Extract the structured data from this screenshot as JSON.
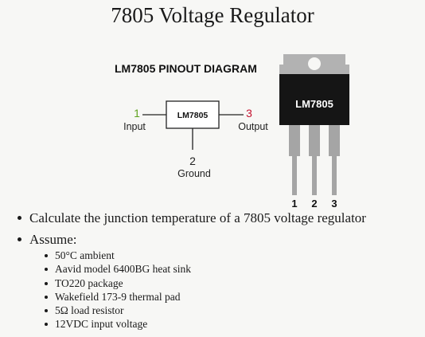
{
  "title": "7805 Voltage Regulator",
  "diagram": {
    "heading": "LM7805 PINOUT DIAGRAM",
    "chip_label": "LM7805",
    "pin1_num": "1",
    "pin1_name": "Input",
    "pin2_num": "2",
    "pin2_name": "Ground",
    "pin3_num": "3",
    "pin3_name": "Output",
    "package_label": "LM7805",
    "leg_numbers": [
      "1",
      "2",
      "3"
    ],
    "colors": {
      "pin1": "#5fa31f",
      "pin3": "#c4122f",
      "package": "#151515",
      "tab": "#b2b2b2",
      "legs": "#a5a5a5"
    }
  },
  "bullets": [
    "Calculate the junction temperature of a 7805 voltage regulator",
    "Assume:"
  ],
  "assumptions": [
    "50°C ambient",
    "Aavid model 6400BG heat sink",
    "TO220 package",
    "Wakefield 173-9 thermal pad",
    "5Ω load resistor",
    "12VDC input voltage"
  ]
}
